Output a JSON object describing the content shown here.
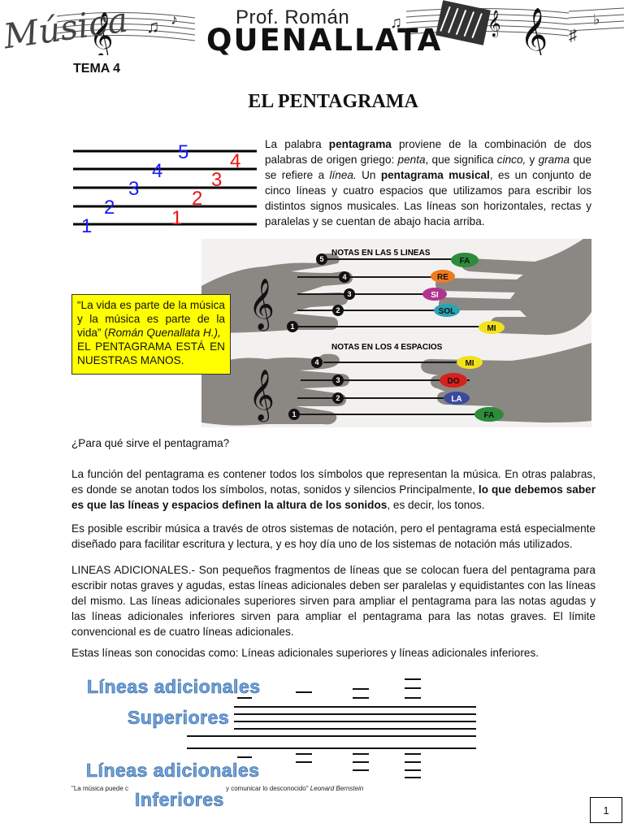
{
  "header": {
    "logo_text": "Música",
    "prof_line": "Prof. Román",
    "name_line": "QUENALLATA"
  },
  "tema": "TEMA   4",
  "title": "EL PENTAGRAMA",
  "staff_numbers": {
    "lines": [
      "1",
      "2",
      "3",
      "4",
      "5"
    ],
    "spaces": [
      "1",
      "2",
      "3",
      "4"
    ],
    "line_color": "#1a1aff",
    "space_color": "#ee1111"
  },
  "intro": {
    "t1": "La palabra ",
    "b1": "pentagrama",
    "t2": " proviene de la combinación de dos palabras de origen griego: ",
    "i1": "penta",
    "t3": ", que significa ",
    "i2": "cinco,",
    "t4": " y ",
    "i3": "grama",
    "t5": " que se refiere a ",
    "i4": "línea.",
    "t6": " Un ",
    "b2": "pentagrama musical",
    "t7": ", es un conjunto de cinco líneas y cuatro espacios que utilizamos para escribir los distintos signos musicales. Las líneas son horizontales, rectas y paralelas y se cuentan de abajo hacia arriba."
  },
  "quote": {
    "t1": "“La vida es parte de la música y la música es parte de la vida” (",
    "i1": "Román Quenallata H.),",
    "t2": "EL PENTAGRAMA ESTÁ EN NUESTRAS MANOS."
  },
  "hands": {
    "title_lines": "NOTAS EN LAS 5 LINEAS",
    "title_spaces": "NOTAS EN LOS 4 ESPACIOS",
    "line_notes": [
      {
        "num": "5",
        "note": "FA",
        "color": "#2e8b3a"
      },
      {
        "num": "4",
        "note": "RE",
        "color": "#f07a1e"
      },
      {
        "num": "3",
        "note": "SI",
        "color": "#b0358f"
      },
      {
        "num": "2",
        "note": "SOL",
        "color": "#2aa3b3"
      },
      {
        "num": "1",
        "note": "MI",
        "color": "#f2e21a"
      }
    ],
    "space_notes": [
      {
        "num": "4",
        "note": "MI",
        "color": "#f2e21a"
      },
      {
        "num": "3",
        "note": "DO",
        "color": "#d8201c"
      },
      {
        "num": "2",
        "note": "LA",
        "color": "#3b4aa0"
      },
      {
        "num": "1",
        "note": "FA",
        "color": "#2e8b3a"
      }
    ]
  },
  "question": "¿Para qué sirve el pentagrama?",
  "p1": {
    "t1": "La función del pentagrama es contener todos los símbolos que representan la música. En otras palabras, es donde se anotan todos los símbolos, notas, sonidos y silencios Principalmente, ",
    "b1": "lo que debemos saber es que las líneas y espacios definen la altura de los sonidos",
    "t2": ", es decir, los tonos."
  },
  "p2": "Es posible escribir música a través de otros sistemas de notación, pero el pentagrama está especialmente diseñado para facilitar escritura y lectura, y es hoy día uno de los sistemas de notación más utilizados.",
  "p3": "LINEAS ADICIONALES.- Son pequeños fragmentos de líneas que se colocan fuera del pentagrama para escribir notas graves y agudas, estas líneas adicionales deben ser paralelas y equidistantes con las líneas del mismo. Las líneas adicionales superiores sirven para ampliar el pentagrama para las notas agudas y las líneas adicionales inferiores sirven para ampliar el pentagrama para las notas graves. El límite convencional es de cuatro líneas adicionales.",
  "p4": "Estas líneas son conocidas como: Líneas adicionales superiores y líneas adicionales inferiores.",
  "ledger": {
    "upper_l1": "Líneas  adicionales",
    "upper_l2": "Superiores",
    "lower_l1": "Líneas   adicionales",
    "lower_l2": "Inferiores"
  },
  "footer": {
    "quote_start": "\"La música puede c",
    "quote_end": "y comunicar lo desconocido\"",
    "author": "Leonard Bernstein"
  },
  "page_number": "1"
}
